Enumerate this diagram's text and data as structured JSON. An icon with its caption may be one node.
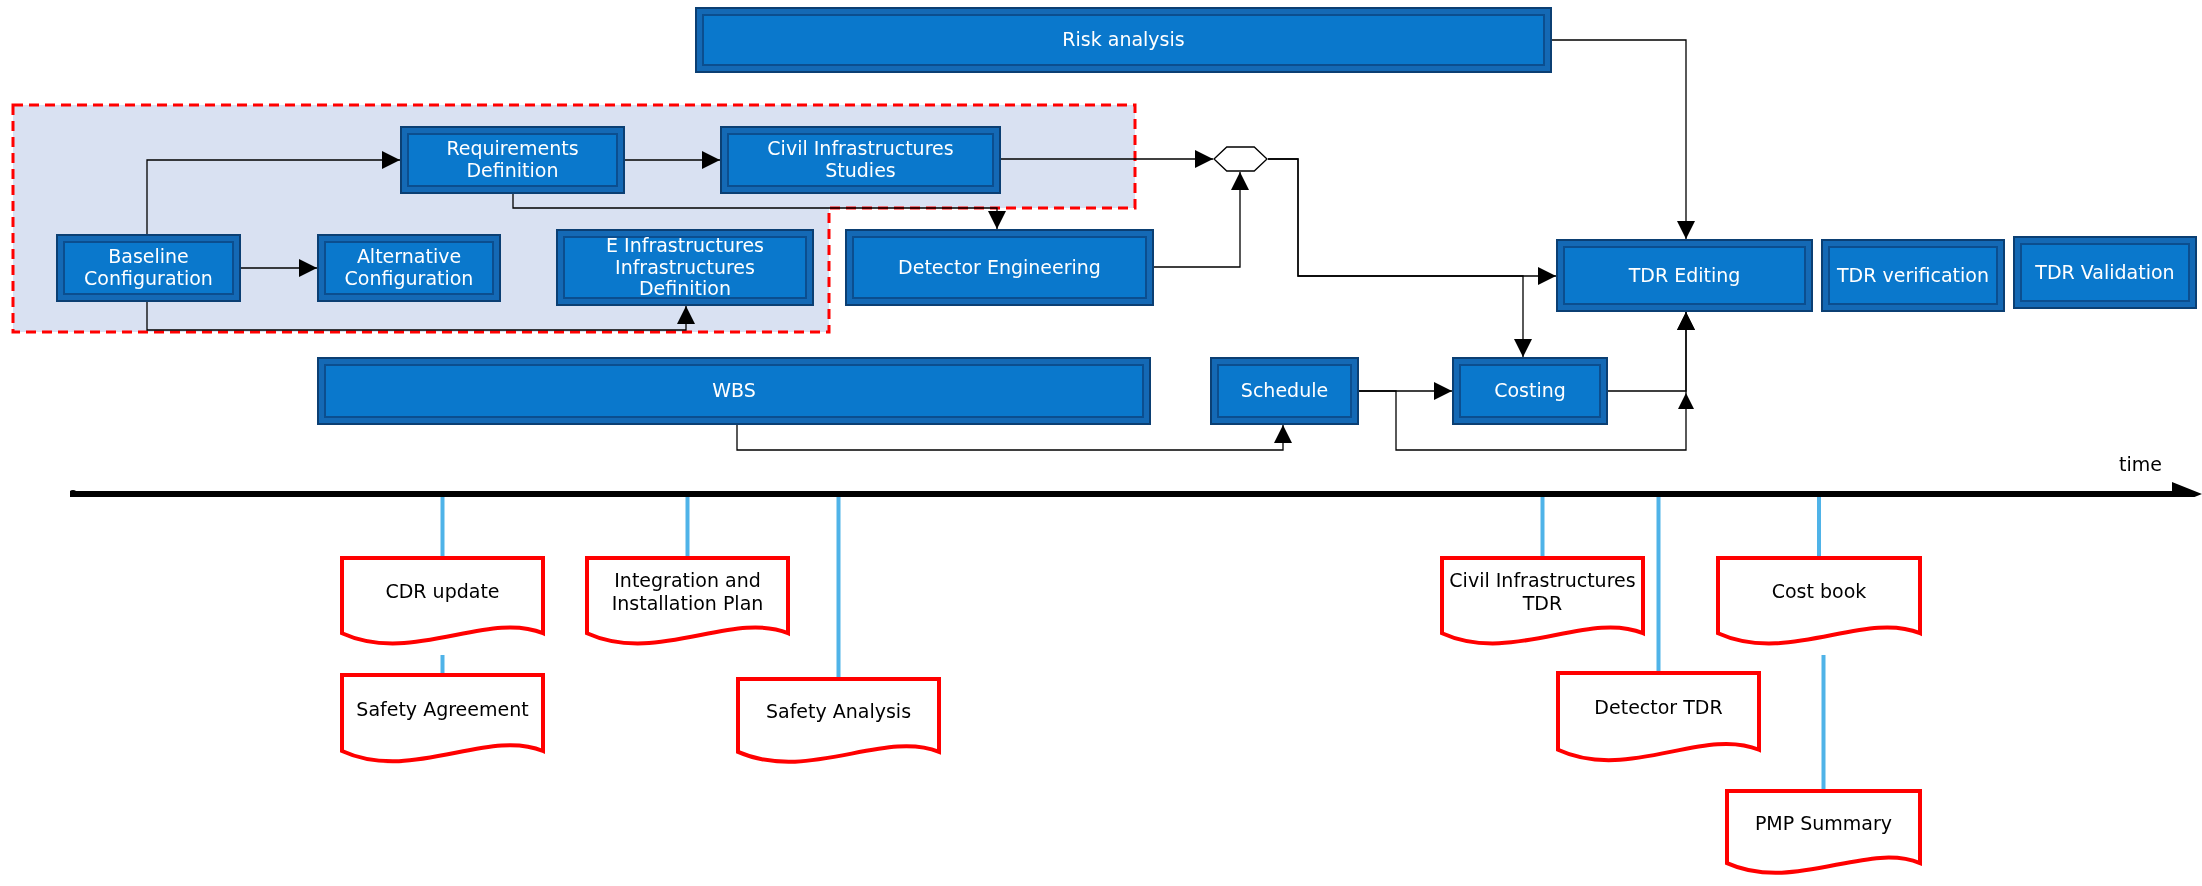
{
  "diagram": {
    "nodes": [
      {
        "text": [
          "Risk analysis"
        ]
      },
      {
        "text": [],
        "shape": "box"
      },
      {
        "text": [
          "Requirements Definition"
        ],
        "in": 1
      },
      {
        "text": [
          "Civil Infrastructures Studies"
        ],
        "in": 1
      },
      {
        "text": [],
        "shape": "hexagon"
      },
      {
        "text": [
          "Baseline Configuration"
        ],
        "in": 1
      },
      {
        "text": [
          "Alternative Configuration"
        ],
        "in": 1
      },
      {
        "text": [
          "E Infrastructures Infrastructures Definition"
        ],
        "in": 1
      },
      {
        "text": [
          "Detector Engineering"
        ]
      },
      {
        "text": [
          "TDR Editing"
        ]
      },
      {
        "text": [
          "TDR verification"
        ]
      },
      {
        "text": [
          "TDR Validation"
        ]
      },
      {
        "text": [
          "WBS"
        ]
      },
      {
        "text": [
          "Schedule"
        ]
      },
      {
        "text": [
          "Costing"
        ]
      },
      {
        "text": [],
        "shape": "bar",
        "beside": [
          "time"
        ]
      },
      {
        "text": [
          "CDR update"
        ]
      },
      {
        "text": [
          "Integration and Installation Plan"
        ]
      },
      {
        "text": [
          "Civil Infrastructures TDR"
        ]
      },
      {
        "text": [
          "Cost book"
        ]
      },
      {
        "text": [
          "Safety Agreement"
        ]
      },
      {
        "text": [
          "Safety Analysis"
        ]
      },
      {
        "text": [
          "Detector TDR"
        ]
      },
      {
        "text": [
          "PMP Summary"
        ]
      }
    ],
    "edges": [
      {
        "from": 5,
        "to": 2,
        "arrow": "to"
      },
      {
        "from": 5,
        "to": 6,
        "arrow": "to"
      },
      {
        "from": 5,
        "to": 7,
        "arrow": "to"
      },
      {
        "from": 2,
        "to": 3,
        "arrow": "to"
      },
      {
        "from": 2,
        "to": 8,
        "arrow": "to"
      },
      {
        "from": 3,
        "to": 4,
        "arrow": "to"
      },
      {
        "from": 8,
        "to": 4,
        "arrow": "to"
      },
      {
        "from": 4,
        "to": 9,
        "arrow": "to"
      },
      {
        "from": 4,
        "to": 14,
        "arrow": "to"
      },
      {
        "from": 0,
        "to": 9,
        "arrow": "to"
      },
      {
        "from": 12,
        "to": 13,
        "arrow": "to"
      },
      {
        "from": 13,
        "to": 14,
        "arrow": "to"
      },
      {
        "from": 13,
        "to": 9,
        "arrow": "to"
      },
      {
        "from": 14,
        "to": 9,
        "arrow": "to"
      },
      {
        "from": 15,
        "to": 16,
        "arrow": "none",
        "color": "#4fb3e8"
      },
      {
        "from": 15,
        "to": 17,
        "arrow": "none",
        "color": "#4fb3e8"
      },
      {
        "from": 15,
        "to": 21,
        "arrow": "none",
        "color": "#4fb3e8"
      },
      {
        "from": 15,
        "to": 18,
        "arrow": "none",
        "color": "#4fb3e8"
      },
      {
        "from": 15,
        "to": 22,
        "arrow": "none",
        "color": "#4fb3e8"
      },
      {
        "from": 15,
        "to": 19,
        "arrow": "none",
        "color": "#4fb3e8"
      },
      {
        "from": 16,
        "to": 20,
        "arrow": "none",
        "color": "#4fb3e8"
      },
      {
        "from": 19,
        "to": 23,
        "arrow": "none",
        "color": "#4fb3e8"
      }
    ]
  }
}
